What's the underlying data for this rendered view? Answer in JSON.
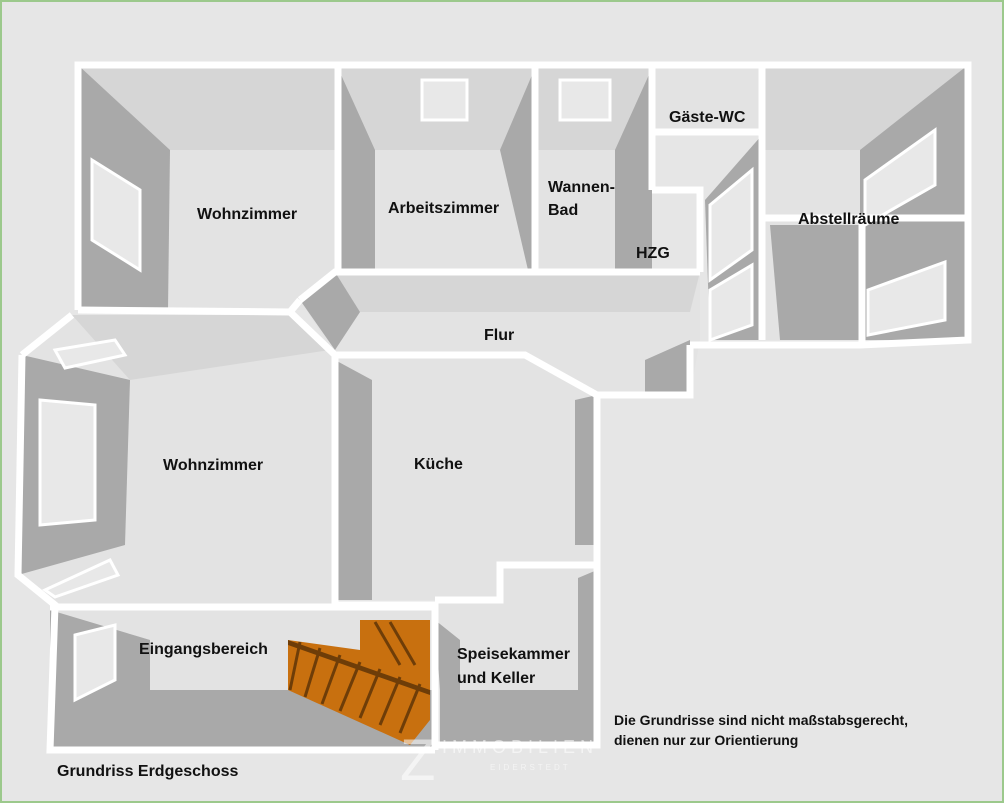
{
  "rooms": {
    "wohnzimmer_oben": "Wohnzimmer",
    "arbeitszimmer": "Arbeitszimmer",
    "wannenbad_1": "Wannen-",
    "wannenbad_2": "Bad",
    "hzg": "HZG",
    "gaeste_wc": "Gäste-WC",
    "abstellraeume": "Abstellräume",
    "flur": "Flur",
    "wohnzimmer_unten": "Wohnzimmer",
    "kueche": "Küche",
    "eingangsbereich": "Eingangsbereich",
    "speisekammer_1": "Speisekammer",
    "speisekammer_2": "und Keller"
  },
  "note": {
    "line1": "Die Grundrisse sind nicht maßstabsgerecht,",
    "line2": "dienen nur zur Orientierung"
  },
  "caption": "Grundriss Erdgeschoss",
  "watermark": {
    "letter": "Z",
    "line1": "IMMOBILIEN",
    "line2": "EIDERSTEDT"
  },
  "colors": {
    "border": "#9cc98c",
    "stairs": "#c8700f",
    "walls": "#ffffff"
  }
}
